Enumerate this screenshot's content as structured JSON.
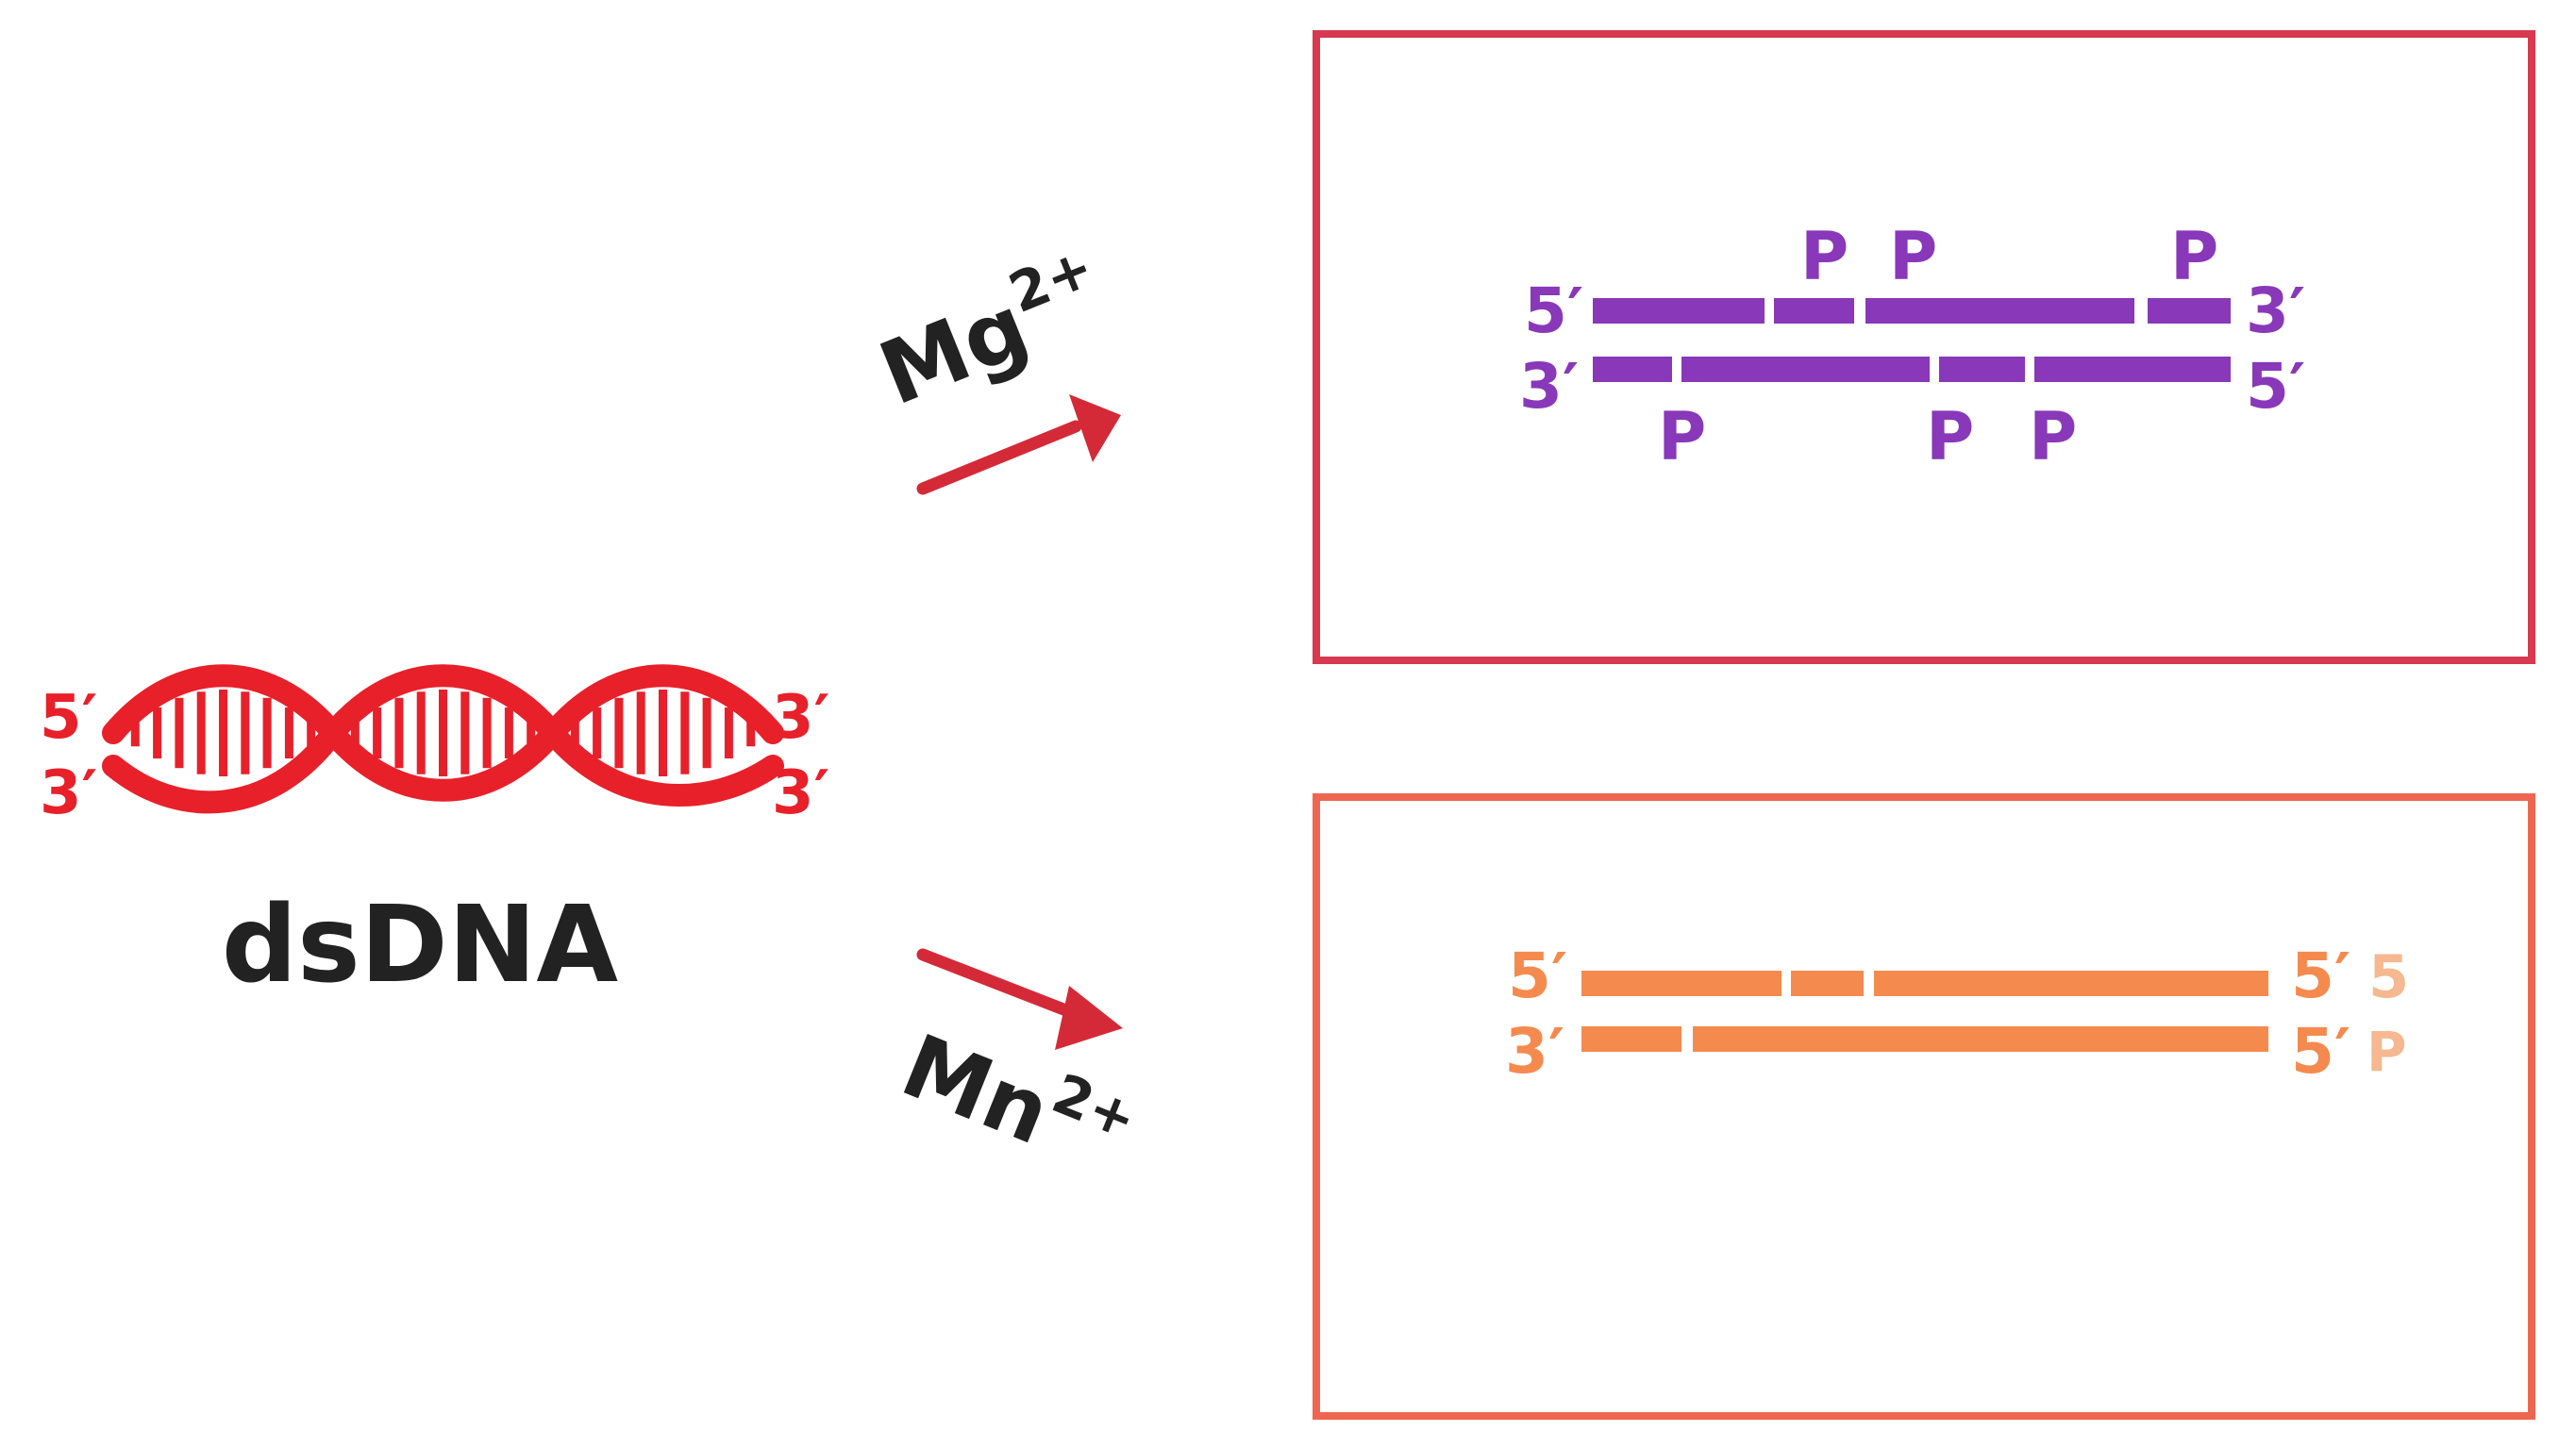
{
  "colors": {
    "helix": "#e8202a",
    "arrow": "#d42a38",
    "mg_box": "#d83850",
    "mn_box": "#ee6650",
    "mg_strand": "#8838b8",
    "mn_strand": "#f58a4e",
    "mn_faint": "#f5b890",
    "text_dark": "#222222"
  },
  "dsdna": {
    "label": "dsDNA",
    "left_top": "5′",
    "left_bottom": "3′",
    "right_top": "3′",
    "right_bottom": "3′"
  },
  "mg": {
    "label": "Mg",
    "superscript": "2+",
    "left_top": "5′",
    "left_bottom": "3′",
    "right_top": "3′",
    "right_bottom": "5′",
    "phosphate": "P"
  },
  "mn": {
    "label": "Mn",
    "superscript": "2+",
    "left_top": "5′",
    "left_bottom": "3′",
    "right_top": "5′",
    "right_bottom": "5′",
    "right_top_extra": "5",
    "right_bottom_extra": "P"
  }
}
